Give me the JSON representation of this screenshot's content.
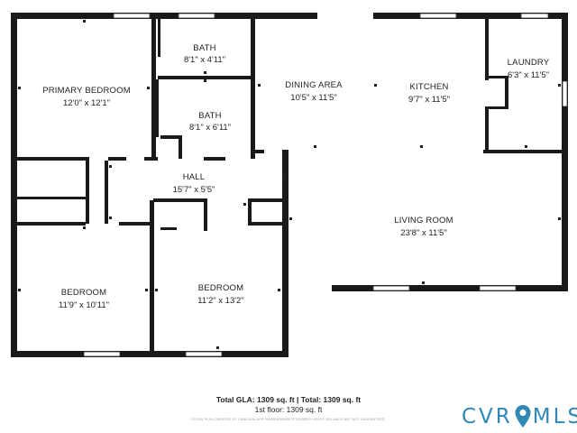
{
  "rooms": {
    "primary_bedroom": {
      "name": "PRIMARY BEDROOM",
      "dims": "12'0\" x 12'1\""
    },
    "bath_1": {
      "name": "BATH",
      "dims": "8'1\" x 4'11\""
    },
    "bath_2": {
      "name": "BATH",
      "dims": "8'1\" x 6'11\""
    },
    "dining_area": {
      "name": "DINING AREA",
      "dims": "10'5\" x 11'5\""
    },
    "kitchen": {
      "name": "KITCHEN",
      "dims": "9'7\" x 11'5\""
    },
    "laundry": {
      "name": "LAUNDRY",
      "dims": "6'3\" x 11'5\""
    },
    "hall": {
      "name": "HALL",
      "dims": "15'7\" x 5'5\""
    },
    "living_room": {
      "name": "LIVING ROOM",
      "dims": "23'8\" x 11'5\""
    },
    "bedroom_1": {
      "name": "BEDROOM",
      "dims": "11'9\" x 10'11\""
    },
    "bedroom_2": {
      "name": "BEDROOM",
      "dims": "11'2\" x 13'2\""
    }
  },
  "summary": {
    "area_line": "Total GLA: 1309 sq. ft | Total: 1309 sq. ft",
    "floor_line": "1st floor: 1309 sq. ft"
  },
  "disclaimer": "FLOOR PLAN CREATED BY CUBICASA APP. MEASUREMENTS DEEMED HIGHLY RELIABLE BUT NOT GUARANTEED.",
  "logo": {
    "left_text": "CVR",
    "right_text": "MLS",
    "color": "#2f88b6",
    "pin_icon": "map-pin-icon"
  },
  "colors": {
    "wall": "#1a1a1a",
    "text": "#222222"
  }
}
